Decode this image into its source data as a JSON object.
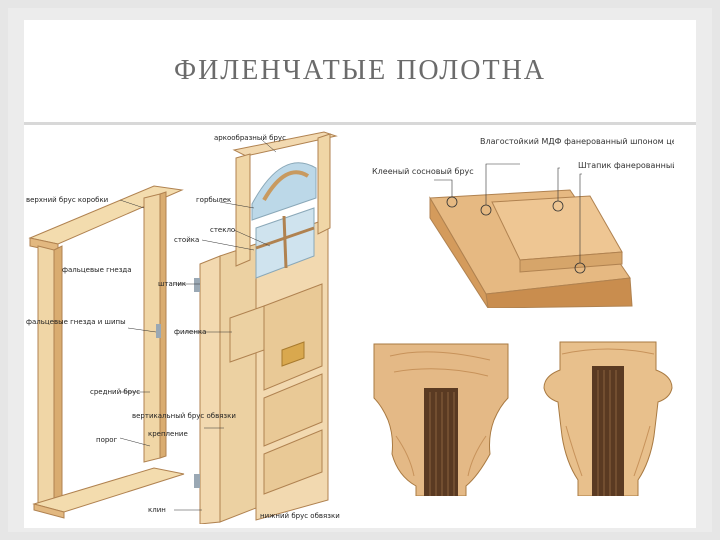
{
  "slide": {
    "title": "ФИЛЕНЧАТЫЕ ПОЛОТНА"
  },
  "door_diagram": {
    "labels": {
      "top_frame": "верхний брус коробки",
      "arch_crossbar": "аркообразный брус",
      "ledge": "горбылек",
      "glass": "стекло",
      "mullion": "стойка",
      "rail_slot_upper": "фальцевые гнезда",
      "stile_upper": "штапик",
      "panel": "филенка",
      "frame_part_lower": "фальцевые гнезда и шипы",
      "mid_rail": "средний брус",
      "vertical_stile": "вертикальный брус обвязки",
      "connection": "крепление",
      "threshold": "порог",
      "hinge_wedge": "клин",
      "lower_rail": "нижний брус обвязки"
    }
  },
  "section_diagram": {
    "labels": {
      "mdf": "Влагостойкий МДФ фанерованный шпоном ценных пород",
      "pine_bar": "Клееный сосновый брус",
      "bead": "Штапик фанерованный шпоном"
    }
  },
  "colors": {
    "wood_light": "#f2d9b0",
    "wood_mid": "#e1b37a",
    "wood_dark": "#b9823f",
    "glass": "#bcd8e8",
    "core_dark": "#5a3a22"
  }
}
